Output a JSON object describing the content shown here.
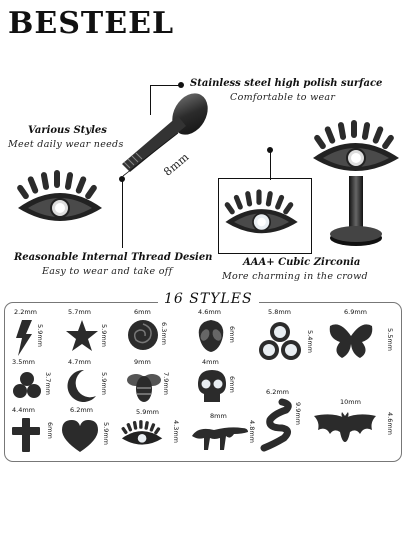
{
  "brand": "BESTEEL",
  "annotations": {
    "stainless": {
      "title": "Stainless steel high polish surface",
      "subtitle": "Comfortable to wear"
    },
    "various": {
      "title": "Various Styles",
      "subtitle": "Meet daily wear needs"
    },
    "thread": {
      "title": "Reasonable Internal Thread Desien",
      "subtitle": "Easy to wear and take off"
    },
    "zirconia": {
      "title": "AAA+ Cubic Zirconia",
      "subtitle": "More charming in the crowd"
    },
    "post_length": "8mm"
  },
  "styles_heading": "16 STYLES",
  "styles": [
    {
      "name": "lightning",
      "w": "2.2mm",
      "h": "5.9mm"
    },
    {
      "name": "star",
      "w": "5.7mm",
      "h": "5.9mm"
    },
    {
      "name": "rose",
      "w": "6mm",
      "h": "6.3mm"
    },
    {
      "name": "alien",
      "w": "4.6mm",
      "h": "6mm"
    },
    {
      "name": "triple-gem",
      "w": "5.8mm",
      "h": "5.4mm"
    },
    {
      "name": "butterfly",
      "w": "6.9mm",
      "h": "5.5mm"
    },
    {
      "name": "ball-cluster",
      "w": "3.5mm",
      "h": "3.7mm"
    },
    {
      "name": "moon",
      "w": "4.7mm",
      "h": "5.9mm"
    },
    {
      "name": "bee",
      "w": "9mm",
      "h": "7.9mm"
    },
    {
      "name": "skull",
      "w": "4mm",
      "h": "6mm"
    },
    {
      "name": "snake",
      "w": "6.2mm",
      "h": "9.9mm"
    },
    {
      "name": "bat",
      "w": "10mm",
      "h": "4.6mm"
    },
    {
      "name": "cross",
      "w": "4.4mm",
      "h": "6mm"
    },
    {
      "name": "heart",
      "w": "6.2mm",
      "h": "5.9mm"
    },
    {
      "name": "eye",
      "w": "5.9mm",
      "h": "4.3mm"
    },
    {
      "name": "dinosaur",
      "w": "8mm",
      "h": "4.8mm"
    }
  ],
  "colors": {
    "metal": "#2b2b2b",
    "metal_light": "#6a6a6a",
    "gem": "#e9eef2",
    "line": "#111111"
  }
}
